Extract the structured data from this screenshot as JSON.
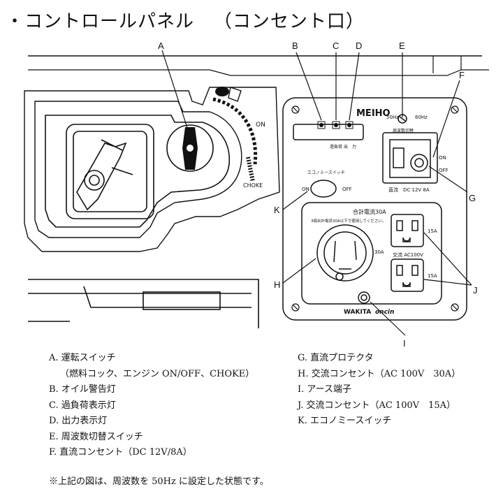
{
  "title": {
    "bullet": "・",
    "main": "コントロールパネル",
    "sub": "（コンセント口）"
  },
  "callouts": [
    "A",
    "B",
    "C",
    "D",
    "E",
    "F",
    "G",
    "H",
    "I",
    "J",
    "K"
  ],
  "panel": {
    "brand": "MEIHO",
    "hz50": "50Hz",
    "hz60": "60Hz",
    "freq_switch_label": "周波数切替",
    "lamp_overload": "過負荷",
    "lamp_output": "出　力",
    "dc_label": "直流　DC 12V 8A",
    "on": "ON",
    "off": "OFF",
    "eco_title": "エコノミースイッチ",
    "eco_on": "ON",
    "eco_off": "OFF",
    "total_current": "合計電流30A",
    "total_note": "3個合計電流30A以下で使用してください。",
    "ac100": "交流 AC100V",
    "amp30": "30A",
    "amp15a": "15A",
    "amp15b": "15A",
    "maker": "WAKITA",
    "maker2": "oncin"
  },
  "engine_panel": {
    "on": "ON",
    "choke": "CHOKE"
  },
  "legend_left": [
    "A. 運転スイッチ",
    "（燃料コック、エンジン ON/OFF、CHOKE）",
    "B. オイル警告灯",
    "C. 過負荷表示灯",
    "D. 出力表示灯",
    "E. 周波数切替スイッチ",
    "F. 直流コンセント（DC 12V/8A）"
  ],
  "legend_right": [
    "G. 直流プロテクタ",
    "H. 交流コンセント（AC 100V　30A）",
    "I. アース端子",
    "J. 交流コンセント（AC 100V　15A）",
    "K. エコノミースイッチ"
  ],
  "note": "※上記の図は、周波数を 50Hz に設定した状態です。"
}
